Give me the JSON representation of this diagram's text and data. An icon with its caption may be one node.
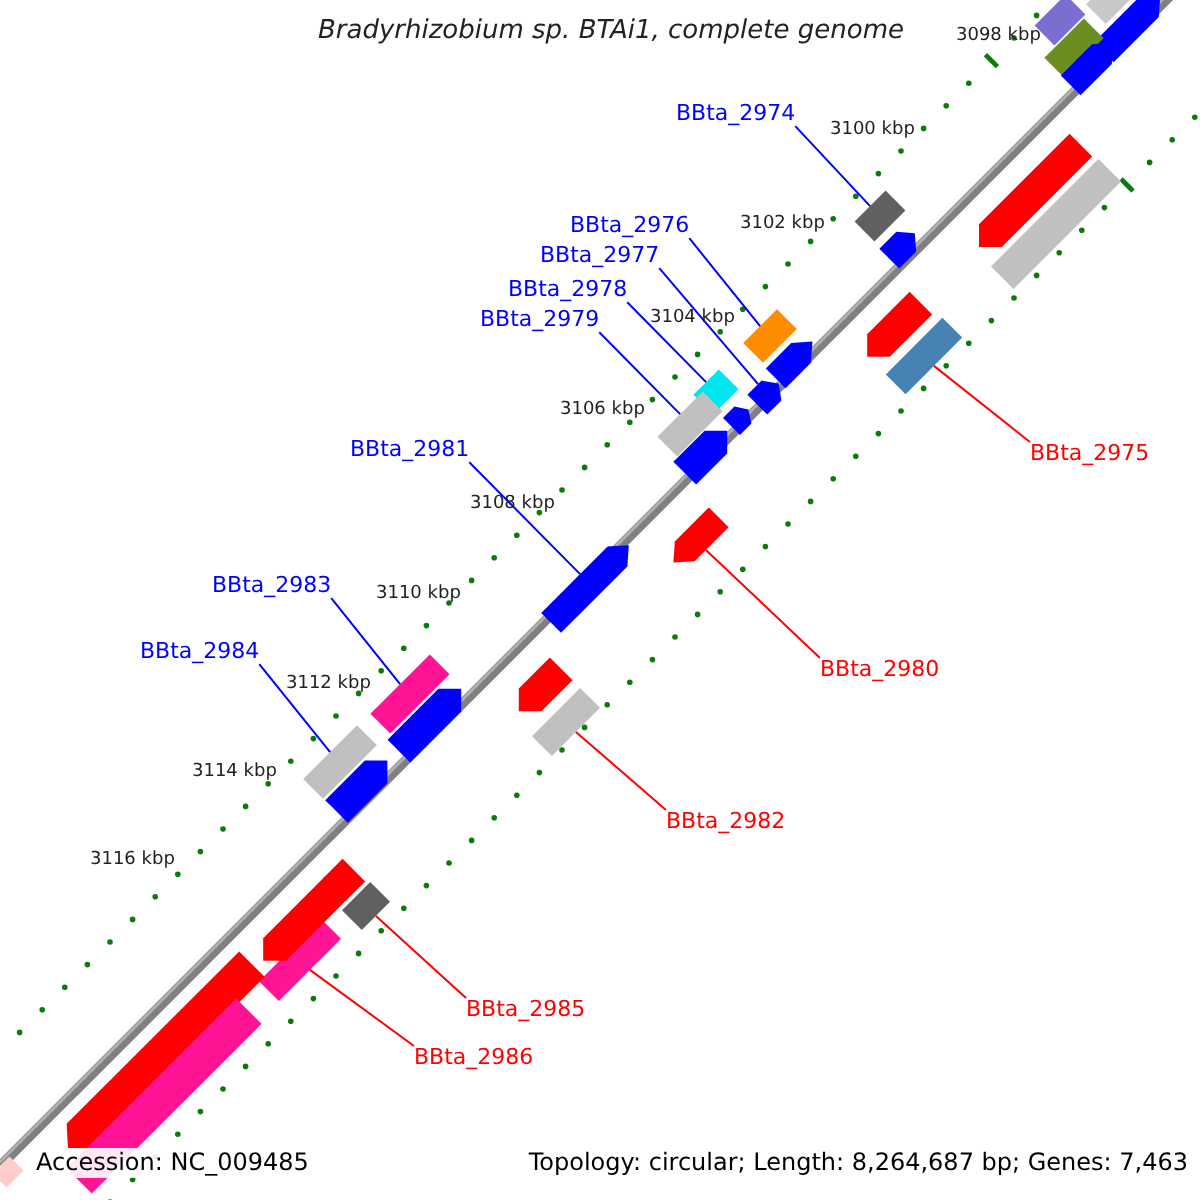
{
  "diagram": {
    "title": "Bradyrhizobium sp. BTAi1, complete genome",
    "nodes": [
      {
        "text": [
          "BBta_2974"
        ]
      },
      {
        "text": [],
        "shape": "bar"
      },
      {
        "text": [
          "BBta_2976"
        ]
      },
      {
        "text": [],
        "shape": "bar"
      },
      {
        "text": [
          "BBta_2977"
        ]
      },
      {
        "text": [],
        "shape": "bar"
      },
      {
        "text": [
          "BBta_2978"
        ]
      },
      {
        "text": [],
        "shape": "bar"
      },
      {
        "text": [
          "BBta_2979"
        ]
      },
      {
        "text": [],
        "shape": "bar"
      },
      {
        "text": [
          "BBta_2975"
        ]
      },
      {
        "text": [],
        "shape": "bar"
      },
      {
        "text": [
          "BBta_2981"
        ]
      },
      {
        "text": [],
        "shape": "bar"
      },
      {
        "text": [
          "BBta_2983"
        ]
      },
      {
        "text": [],
        "shape": "bar"
      },
      {
        "text": [
          "BBta_2980"
        ]
      },
      {
        "text": [],
        "shape": "bar"
      },
      {
        "text": [
          "BBta_2984"
        ]
      },
      {
        "text": [],
        "shape": "bar"
      },
      {
        "text": [
          "BBta_2982"
        ]
      },
      {
        "text": [],
        "shape": "bar"
      },
      {
        "text": [
          "BBta_2985"
        ]
      },
      {
        "text": [],
        "shape": "bar"
      },
      {
        "text": [
          "BBta_2986"
        ]
      },
      {
        "text": [],
        "shape": "bar"
      },
      {
        "text": [],
        "shape": "bar"
      },
      {
        "text": [],
        "shape": "bar"
      },
      {
        "text": [],
        "shape": "bar"
      },
      {
        "text": [],
        "shape": "bar"
      },
      {
        "text": [],
        "shape": "bar"
      },
      {
        "text": [],
        "shape": "bar"
      },
      {
        "text": [],
        "shape": "bar"
      },
      {
        "text": [],
        "shape": "bar"
      },
      {
        "text": [],
        "shape": "bar"
      },
      {
        "text": [],
        "shape": "bar"
      },
      {
        "text": [],
        "shape": "bar"
      },
      {
        "text": [],
        "shape": "bar"
      },
      {
        "text": [],
        "shape": "bar"
      },
      {
        "text": [],
        "shape": "bar"
      },
      {
        "text": [],
        "shape": "bar"
      },
      {
        "text": [],
        "shape": "bar"
      },
      {
        "text": [],
        "shape": "bar"
      },
      {
        "text": [],
        "shape": "bar"
      },
      {
        "text": [],
        "shape": "bar"
      },
      {
        "text": [],
        "shape": "bar"
      }
    ],
    "edges": [
      {
        "from": 0,
        "to": 1,
        "arrow": "none"
      },
      {
        "from": 2,
        "to": 3,
        "arrow": "none"
      },
      {
        "from": 4,
        "to": 5,
        "arrow": "none"
      },
      {
        "from": 6,
        "to": 7,
        "arrow": "none"
      },
      {
        "from": 8,
        "to": 9,
        "arrow": "none"
      },
      {
        "from": 10,
        "to": 11,
        "arrow": "none",
        "color": "#ff0000"
      },
      {
        "from": 12,
        "to": 13,
        "arrow": "none"
      },
      {
        "from": 14,
        "to": 15,
        "arrow": "none"
      },
      {
        "from": 16,
        "to": 17,
        "arrow": "none",
        "color": "#ff0000"
      },
      {
        "from": 18,
        "to": 19,
        "arrow": "none"
      },
      {
        "from": 20,
        "to": 21,
        "arrow": "none",
        "color": "#ff0000"
      },
      {
        "from": 22,
        "to": 23,
        "arrow": "none",
        "color": "#ff0000"
      },
      {
        "from": 24,
        "to": 25,
        "arrow": "none",
        "color": "#ff0000"
      }
    ],
    "labels": [
      "3098 kbp",
      "3100 kbp",
      "3102 kbp",
      "3104 kbp",
      "3106 kbp",
      "3108 kbp",
      "3110 kbp",
      "3112 kbp",
      "3114 kbp",
      "3116 kbp",
      "Accession: NC_009485",
      "Topology: circular; Length: 8,264,687 bp; Genes: 7,463"
    ]
  }
}
